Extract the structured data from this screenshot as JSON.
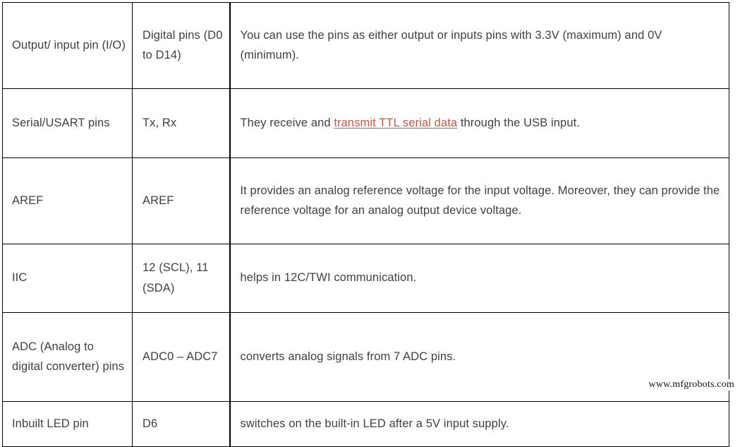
{
  "table": {
    "rows": [
      {
        "name": "Output/ input pin (I/O)",
        "pin": "Digital pins (D0 to D14)",
        "desc_before": "You can use the pins as either output or inputs pins with 3.3V (maximum) and 0V (minimum).",
        "link": "",
        "desc_after": ""
      },
      {
        "name": "Serial/USART pins",
        "pin": "Tx, Rx",
        "desc_before": "They receive and ",
        "link": "transmit TTL serial data",
        "desc_after": " through the USB input."
      },
      {
        "name": "AREF",
        "pin": "AREF",
        "desc_before": "It provides an analog reference voltage for the input voltage. Moreover, they can provide the reference voltage for an analog output device voltage.",
        "link": "",
        "desc_after": ""
      },
      {
        "name": "IIC",
        "pin": "12 (SCL), 11 (SDA)",
        "desc_before": "helps in 12C/TWI communication.",
        "link": "",
        "desc_after": ""
      },
      {
        "name": "ADC (Analog to digital converter) pins",
        "pin": "ADC0 – ADC7",
        "desc_before": "converts analog signals from 7 ADC pins.",
        "link": "",
        "desc_after": ""
      },
      {
        "name": "Inbuilt LED pin",
        "pin": "D6",
        "desc_before": "switches on the built-in LED after a 5V input supply.",
        "link": "",
        "desc_after": ""
      }
    ]
  },
  "watermark": {
    "text": "www.mfgrobots.com"
  },
  "colors": {
    "link": "#c05a46",
    "text": "#404040",
    "border": "#000000",
    "background": "#ffffff"
  }
}
